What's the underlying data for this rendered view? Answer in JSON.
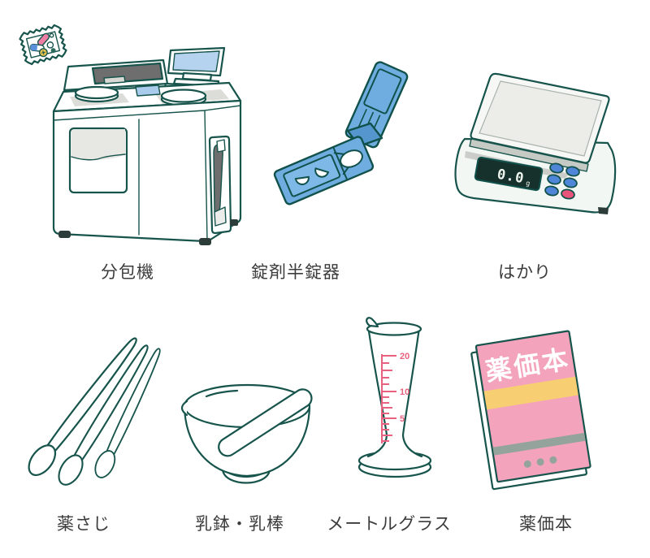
{
  "colors": {
    "outline": "#17544c",
    "label_text": "#3c3c3c",
    "splitter_blue": "#6fade0",
    "splitter_blue_dark": "#5596cf",
    "monitor_screen_blue": "#b5d3ef",
    "panel_blue": "#a9cbec",
    "machine_mat_gray": "#dcdcd8",
    "machine_tray_dark": "#6e6e6e",
    "scale_display_bg": "#16312b",
    "scale_display_text": "#eef3ee",
    "scale_button_blue": "#4f86d8",
    "scale_button_pink": "#e8537c",
    "graduation_pink": "#e8617e",
    "book_pink": "#f4a3bc",
    "book_yellow": "#f7cf72",
    "book_gray": "#94a49c",
    "pill_pink": "#ef7ea4",
    "pill_blue": "#5a8fd9",
    "pill_yellow": "#e6c44d"
  },
  "top_row": {
    "bunpoki": {
      "label": "分包機"
    },
    "splitter": {
      "label": "錠剤半錠器"
    },
    "scale": {
      "label": "はかり",
      "display_value": "0.0",
      "display_unit": "g"
    }
  },
  "bottom_row": {
    "spoons": {
      "label": "薬さじ"
    },
    "mortar": {
      "label": "乳鉢・乳棒"
    },
    "glass": {
      "label": "メートルグラス",
      "graduations": [
        "20",
        "10",
        "5"
      ]
    },
    "book": {
      "label": "薬価本",
      "cover_title": "薬価本"
    }
  }
}
